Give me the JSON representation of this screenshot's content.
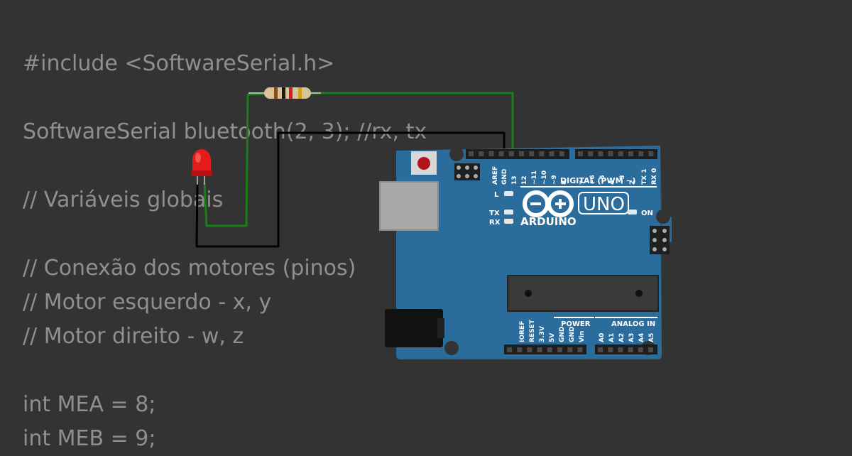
{
  "code_lines": [
    "#include <SoftwareSerial.h>",
    "",
    "SoftwareSerial bluetooth(2, 3); //rx, tx",
    "",
    "// Variáveis globais",
    "",
    "// Conexão dos motores (pinos)",
    "// Motor esquerdo - x, y",
    "// Motor direito - w, z",
    "",
    "int MEA = 8;",
    "int MEB = 9;"
  ],
  "board": {
    "brand": "ARDUINO",
    "model": "UNO",
    "digital_header_label": "DIGITAL (PWM ~)",
    "power_header_label": "POWER",
    "analog_header_label": "ANALOG IN",
    "on_led_label": "ON",
    "l_led_label": "L",
    "tx_led_label": "TX",
    "rx_led_label": "RX",
    "top_pins": [
      "AREF",
      "GND",
      "13",
      "12",
      "~11",
      "~10",
      "~9",
      "8",
      "7",
      "~6",
      "~5",
      "4",
      "~3",
      "2",
      "TX 1",
      "RX 0"
    ],
    "power_pins": [
      "IOREF",
      "RESET",
      "3.3V",
      "5V",
      "GND",
      "GND",
      "Vin"
    ],
    "analog_pins": [
      "A0",
      "A1",
      "A2",
      "A3",
      "A4",
      "A5"
    ]
  },
  "colors": {
    "background": "#333333",
    "code_text": "#8f8f8f",
    "board_blue": "#2a6c9c",
    "wire_green": "#1a7f1a",
    "wire_black": "#000000",
    "led_red": "#e31b1b"
  },
  "icons": {
    "infinity_logo": "arduino-infinity-logo-icon"
  }
}
